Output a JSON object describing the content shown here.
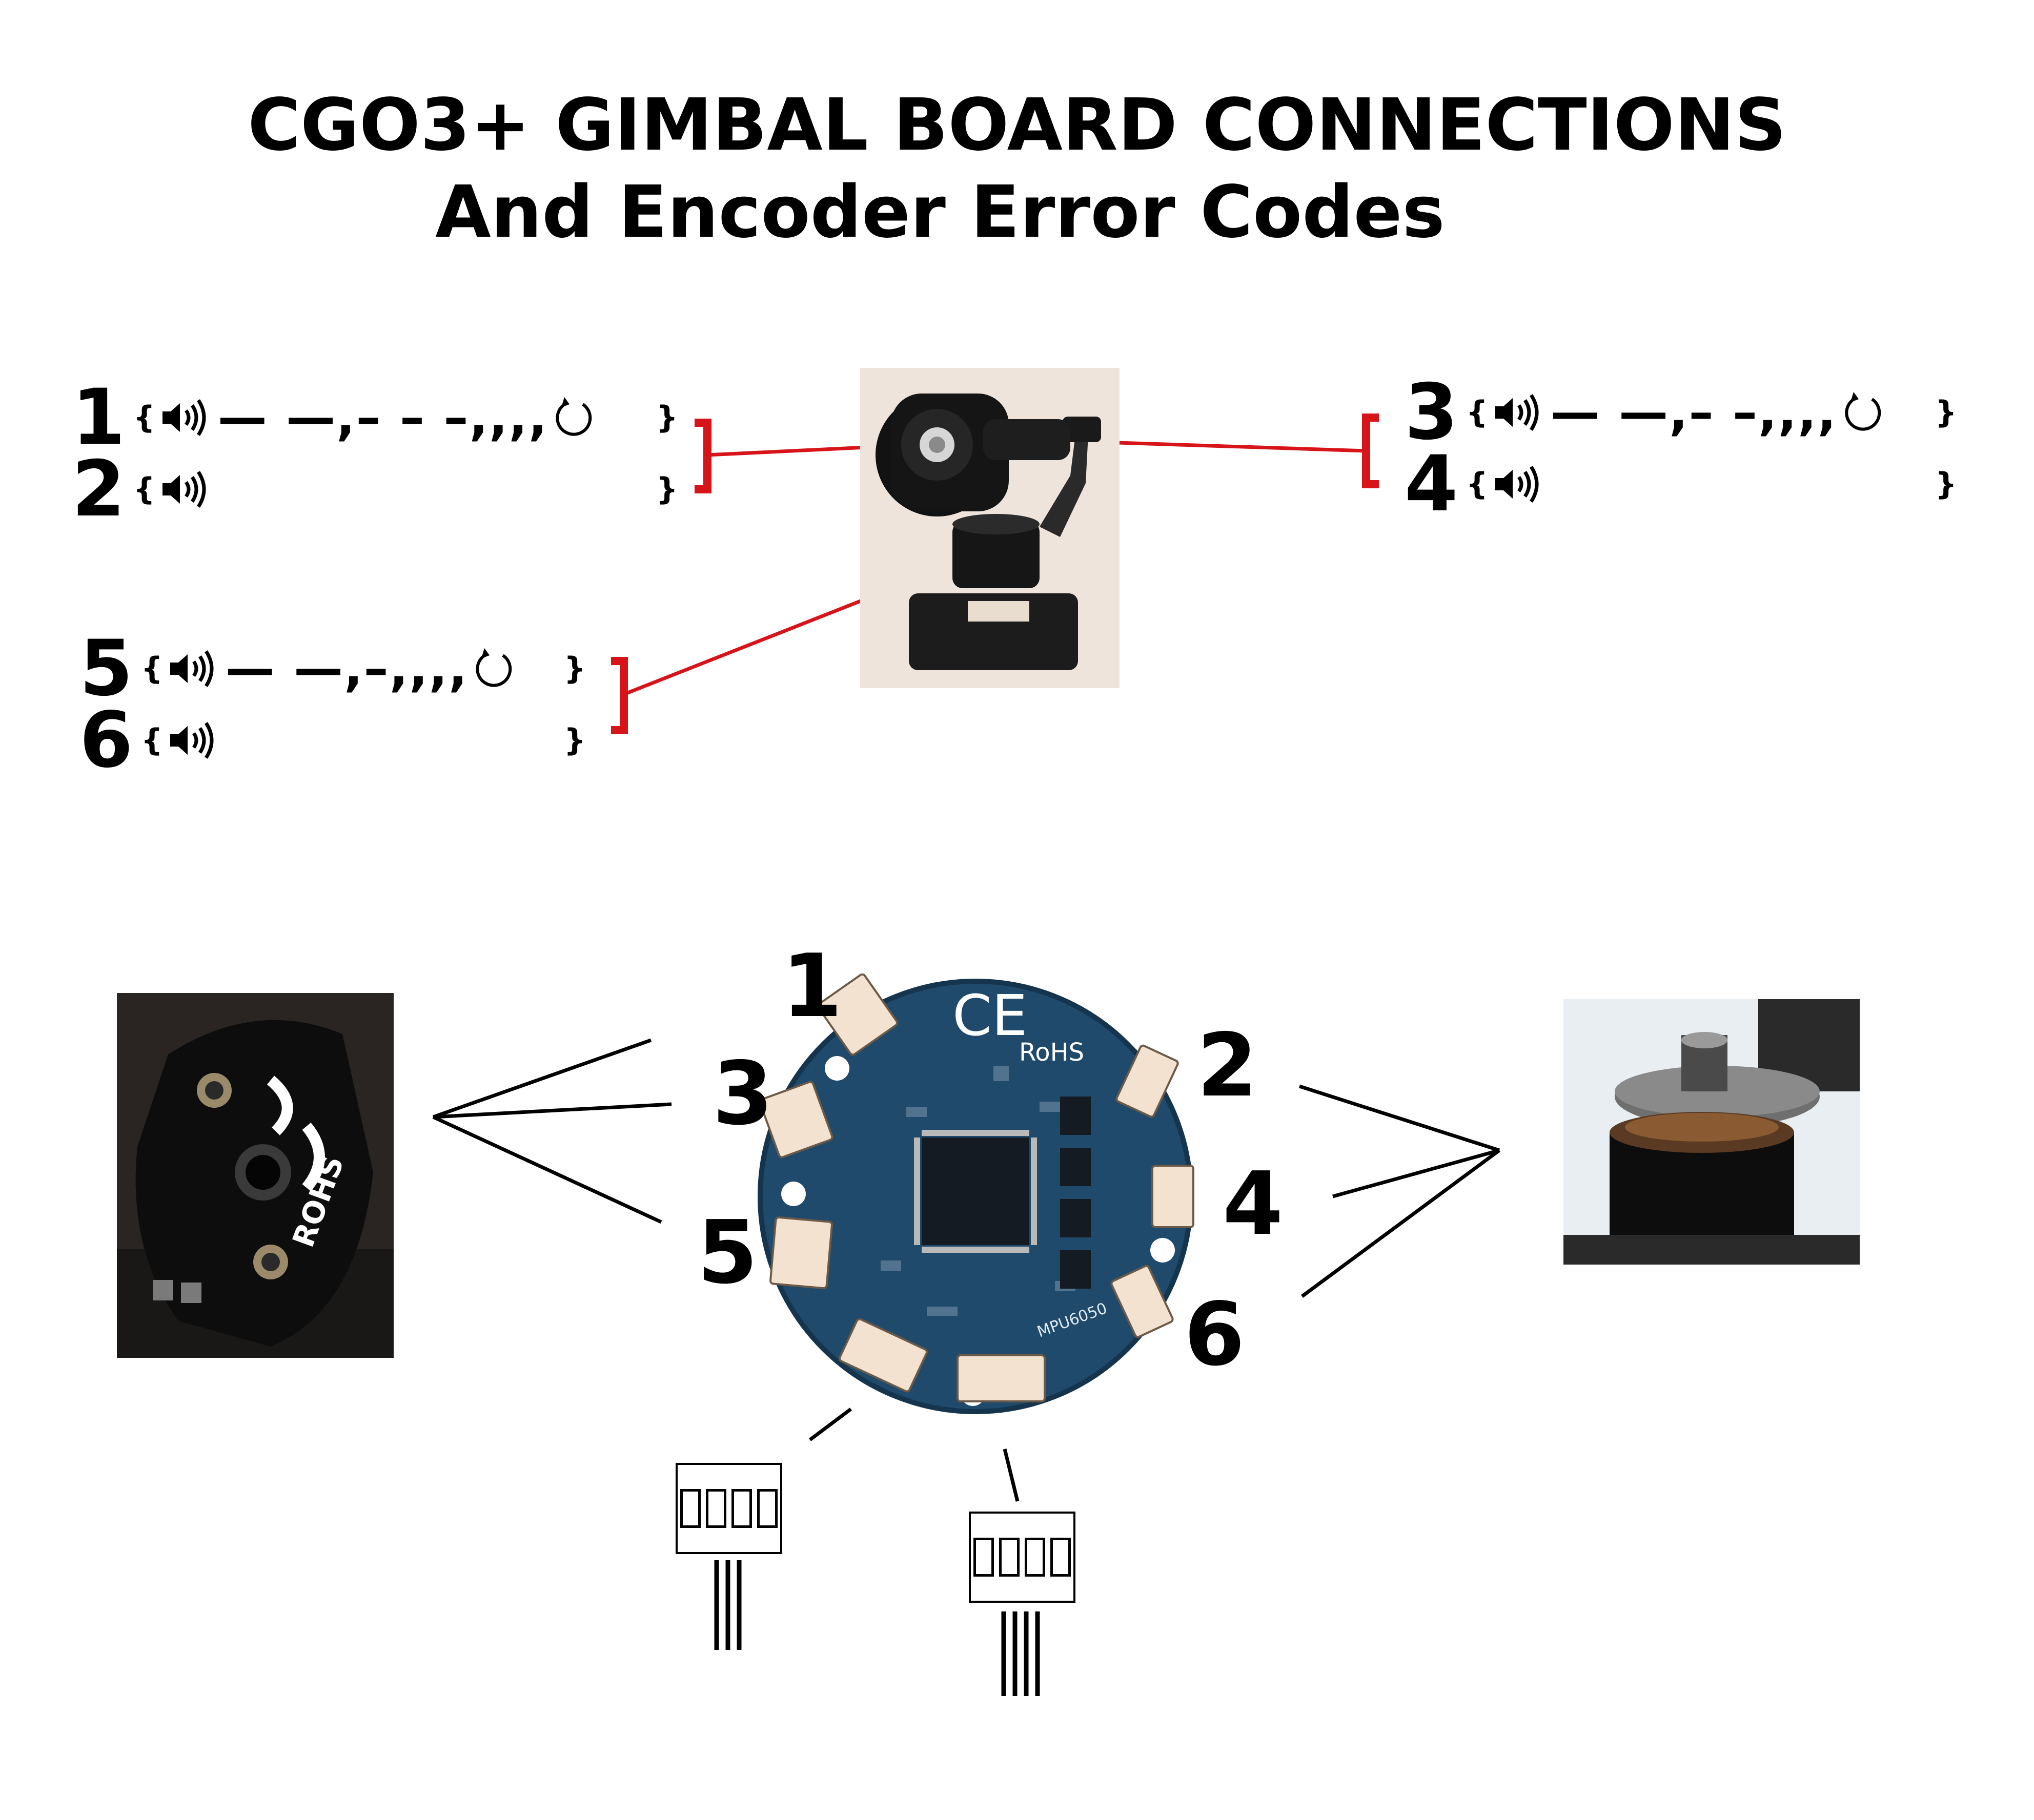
{
  "title": {
    "line1": "CGO3+ GIMBAL BOARD CONNECTIONS",
    "line2": "And Encoder Error Codes"
  },
  "error_codes": [
    {
      "port": "1",
      "sequence": "— —,– – –,,,,",
      "has_loop": true
    },
    {
      "port": "2",
      "sequence": "",
      "has_loop": false
    },
    {
      "port": "3",
      "sequence": "— —,– –,,,,",
      "has_loop": true
    },
    {
      "port": "4",
      "sequence": "",
      "has_loop": false
    },
    {
      "port": "5",
      "sequence": "— —,–,,,,",
      "has_loop": true
    },
    {
      "port": "6",
      "sequence": "",
      "has_loop": false
    }
  ],
  "brace_open": "{",
  "brace_close": "}",
  "board_ports": [
    "1",
    "3",
    "5",
    "2",
    "4",
    "6"
  ],
  "board_silkscreen": {
    "ce": "CE",
    "rohs": "RoHS",
    "mpu": "MPU6050"
  },
  "encoder_silkscreen": "ROHS",
  "colors": {
    "bracket": "#d7141a",
    "board": "#1f4a6b",
    "connector": "#f2e2cf"
  },
  "icons": [
    "speaker-icon",
    "loop-arrow-icon"
  ]
}
